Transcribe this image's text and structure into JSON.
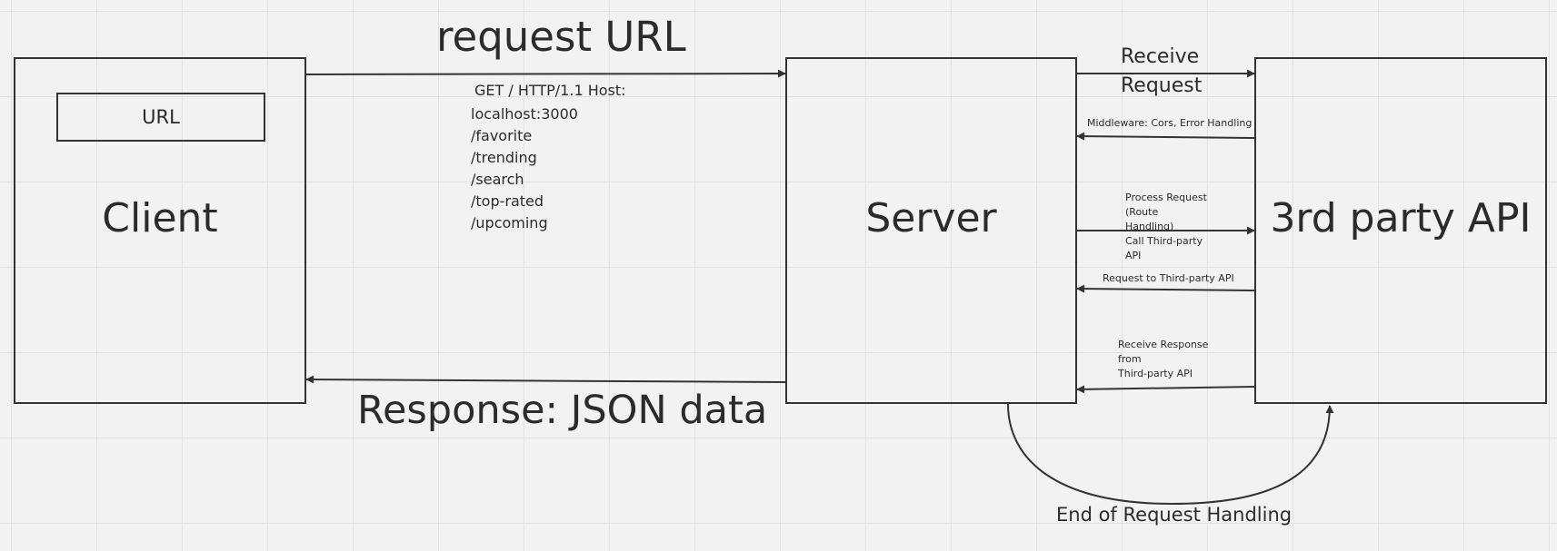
{
  "nodes": {
    "client": {
      "label": "Client",
      "url_box_label": "URL"
    },
    "server": {
      "label": "Server"
    },
    "api": {
      "label": "3rd party API"
    }
  },
  "edges": {
    "request": {
      "label": "request URL",
      "details_line1": "GET / HTTP/1.1 Host:",
      "details_rest": "localhost:3000\n/favorite\n/trending\n/search\n/top-rated\n/upcoming"
    },
    "response": {
      "label": "Response: JSON data"
    },
    "receive_request": {
      "label": "Receive\nRequest"
    },
    "middleware": {
      "label": "Middleware: Cors, Error Handling"
    },
    "process_request": {
      "label": "Process Request\n(Route\nHandling)\nCall Third-party\nAPI"
    },
    "request_third_party": {
      "label": "Request to Third-party API"
    },
    "receive_response": {
      "label": "Receive Response\nfrom\nThird-party API"
    },
    "end_handling": {
      "label": "End of Request Handling"
    }
  },
  "colors": {
    "stroke": "#333333",
    "background": "#f2f2f2",
    "grid": "#e2e2e2"
  }
}
